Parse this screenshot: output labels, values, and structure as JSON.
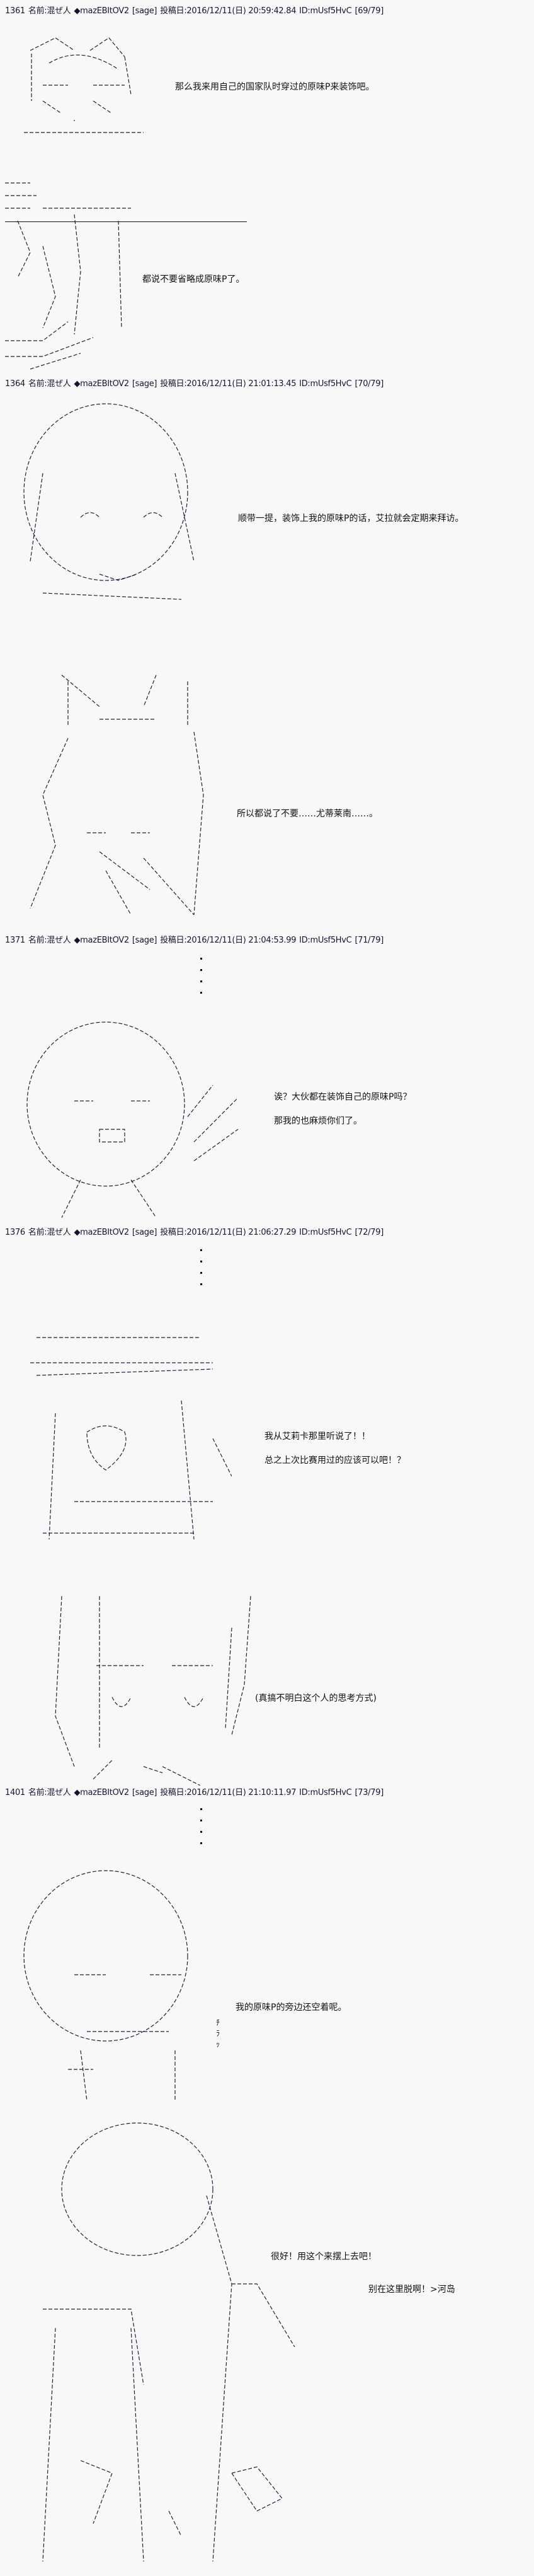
{
  "posts": [
    {
      "no": "1361",
      "name": "名前:混ぜ人",
      "trip": "◆mazEBItOV2",
      "mail": "[sage]",
      "date": "投稿日:2016/12/11(日) 20:59:42.84",
      "id": "ID:mUsf5HvC",
      "count": "[69/79]",
      "lines": [
        "那么我来用自己的国家队时穿过的原味P来装饰吧。",
        "都说不要省略成原味P了。"
      ]
    },
    {
      "no": "1364",
      "name": "名前:混ぜ人",
      "trip": "◆mazEBItOV2",
      "mail": "[sage]",
      "date": "投稿日:2016/12/11(日) 21:01:13.45",
      "id": "ID:mUsf5HvC",
      "count": "[70/79]",
      "lines": [
        "顺带一提，装饰上我的原味P的话，艾拉就会定期来拜访。",
        "所以都说了不要……尤蒂莱南……。"
      ]
    },
    {
      "no": "1371",
      "name": "名前:混ぜ人",
      "trip": "◆mazEBItOV2",
      "mail": "[sage]",
      "date": "投稿日:2016/12/11(日) 21:04:53.99",
      "id": "ID:mUsf5HvC",
      "count": "[71/79]",
      "lines": [
        "诶？大伙都在装饰自己的原味P吗？",
        "那我的也麻烦你们了。"
      ]
    },
    {
      "no": "1376",
      "name": "名前:混ぜ人",
      "trip": "◆mazEBItOV2",
      "mail": "[sage]",
      "date": "投稿日:2016/12/11(日) 21:06:27.29",
      "id": "ID:mUsf5HvC",
      "count": "[72/79]",
      "lines": [
        "我从艾莉卡那里听说了！！",
        "总之上次比赛用过的应该可以吧！？",
        "(真搞不明白这个人的思考方式)"
      ]
    },
    {
      "no": "1401",
      "name": "名前:混ぜ人",
      "trip": "◆mazEBItOV2",
      "mail": "[sage]",
      "date": "投稿日:2016/12/11(日) 21:10:11.97",
      "id": "ID:mUsf5HvC",
      "count": "[73/79]",
      "lines": [
        "我的原味P的旁边还空着呢。",
        "很好！用这个来摆上去吧！",
        "别在这里脱啊！>河岛"
      ]
    }
  ],
  "art_labels": {
    "chira": "ﾁﾗｯ"
  }
}
